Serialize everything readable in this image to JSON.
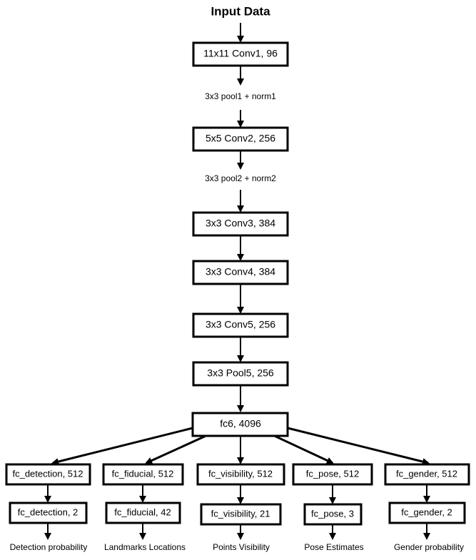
{
  "title": "Input Data",
  "main": [
    {
      "id": "conv1",
      "label": "11x11 Conv1, 96"
    },
    {
      "id": "pool1",
      "label": "3x3 pool1 + norm1"
    },
    {
      "id": "conv2",
      "label": "5x5 Conv2, 256"
    },
    {
      "id": "pool2",
      "label": "3x3 pool2 + norm2"
    },
    {
      "id": "conv3",
      "label": "3x3 Conv3, 384"
    },
    {
      "id": "conv4",
      "label": "3x3 Conv4, 384"
    },
    {
      "id": "conv5",
      "label": "3x3 Conv5, 256"
    },
    {
      "id": "pool5",
      "label": "3x3 Pool5, 256"
    },
    {
      "id": "fc6",
      "label": "fc6, 4096"
    }
  ],
  "branches": [
    {
      "id": "detection",
      "fc1": "fc_detection, 512",
      "fc2": "fc_detection, 2",
      "output": "Detection probability"
    },
    {
      "id": "fiducial",
      "fc1": "fc_fiducial, 512",
      "fc2": "fc_fiducial, 42",
      "output": "Landmarks Locations"
    },
    {
      "id": "visibility",
      "fc1": "fc_visibility, 512",
      "fc2": "fc_visibility, 21",
      "output": "Points Visibility"
    },
    {
      "id": "pose",
      "fc1": "fc_pose, 512",
      "fc2": "fc_pose, 3",
      "output": "Pose Estimates"
    },
    {
      "id": "gender",
      "fc1": "fc_gender, 512",
      "fc2": "fc_gender, 2",
      "output": "Gender probability"
    }
  ]
}
